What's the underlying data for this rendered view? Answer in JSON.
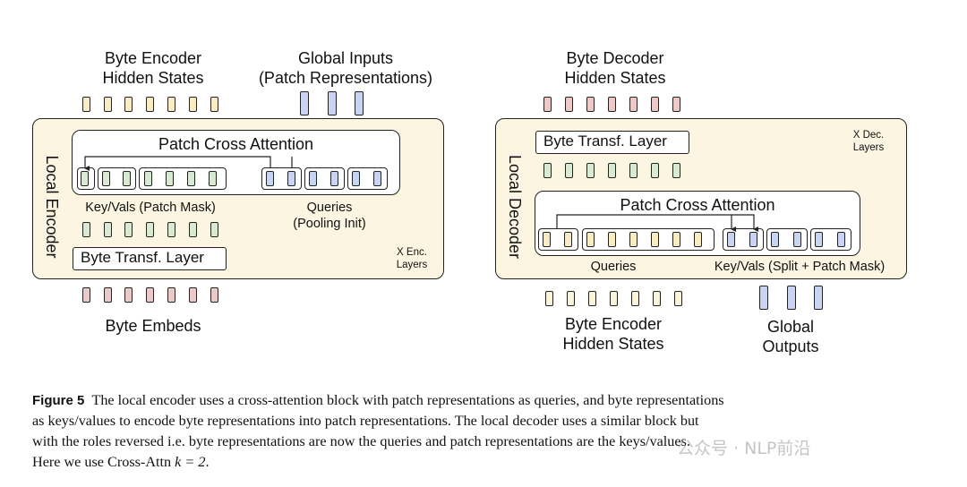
{
  "colors": {
    "panel_bg": "#fcf5e2",
    "token_yellow": "#f7ecc3",
    "token_green": "#d9ead3",
    "token_pink": "#ebc9c9",
    "token_blue": "#c8d4f2",
    "token_yellow_dim": "#fbf4dc"
  },
  "encoder": {
    "top_label_left": [
      "Byte Encoder",
      "Hidden States"
    ],
    "top_label_right": [
      "Global Inputs",
      "(Patch Representations)"
    ],
    "vertical_label": "Local Encoder",
    "cross_attention_title": "Patch Cross Attention",
    "keyvals_label": "Key/Vals (Patch Mask)",
    "queries_label": [
      "Queries",
      "(Pooling Init)"
    ],
    "layer_label": "Byte Transf. Layer",
    "repeat_label": [
      "X Enc.",
      "Layers"
    ],
    "bottom_label": "Byte Embeds"
  },
  "decoder": {
    "top_label": [
      "Byte Decoder",
      "Hidden States"
    ],
    "vertical_label": "Local Decoder",
    "layer_label": "Byte Transf. Layer",
    "repeat_label": [
      "X Dec.",
      "Layers"
    ],
    "cross_attention_title": "Patch Cross Attention",
    "queries_label": "Queries",
    "keyvals_label": "Key/Vals (Split + Patch Mask)",
    "bottom_label_left": [
      "Byte Encoder",
      "Hidden States"
    ],
    "bottom_label_right": [
      "Global",
      "Outputs"
    ]
  },
  "caption": {
    "figure_label": "Figure 5",
    "text_line1": "The local encoder uses a cross-attention block with patch representations as queries, and byte representations",
    "text_line2": "as keys/values to encode byte representations into patch representations. The local decoder uses a similar block but",
    "text_line3": "with the roles reversed i.e. byte representations are now the queries and patch representations are the keys/values.",
    "text_line4_prefix": "Here we use Cross-Attn ",
    "text_line4_math": "k = 2",
    "text_line4_suffix": "."
  },
  "watermark": "公众号 · NLP前沿"
}
